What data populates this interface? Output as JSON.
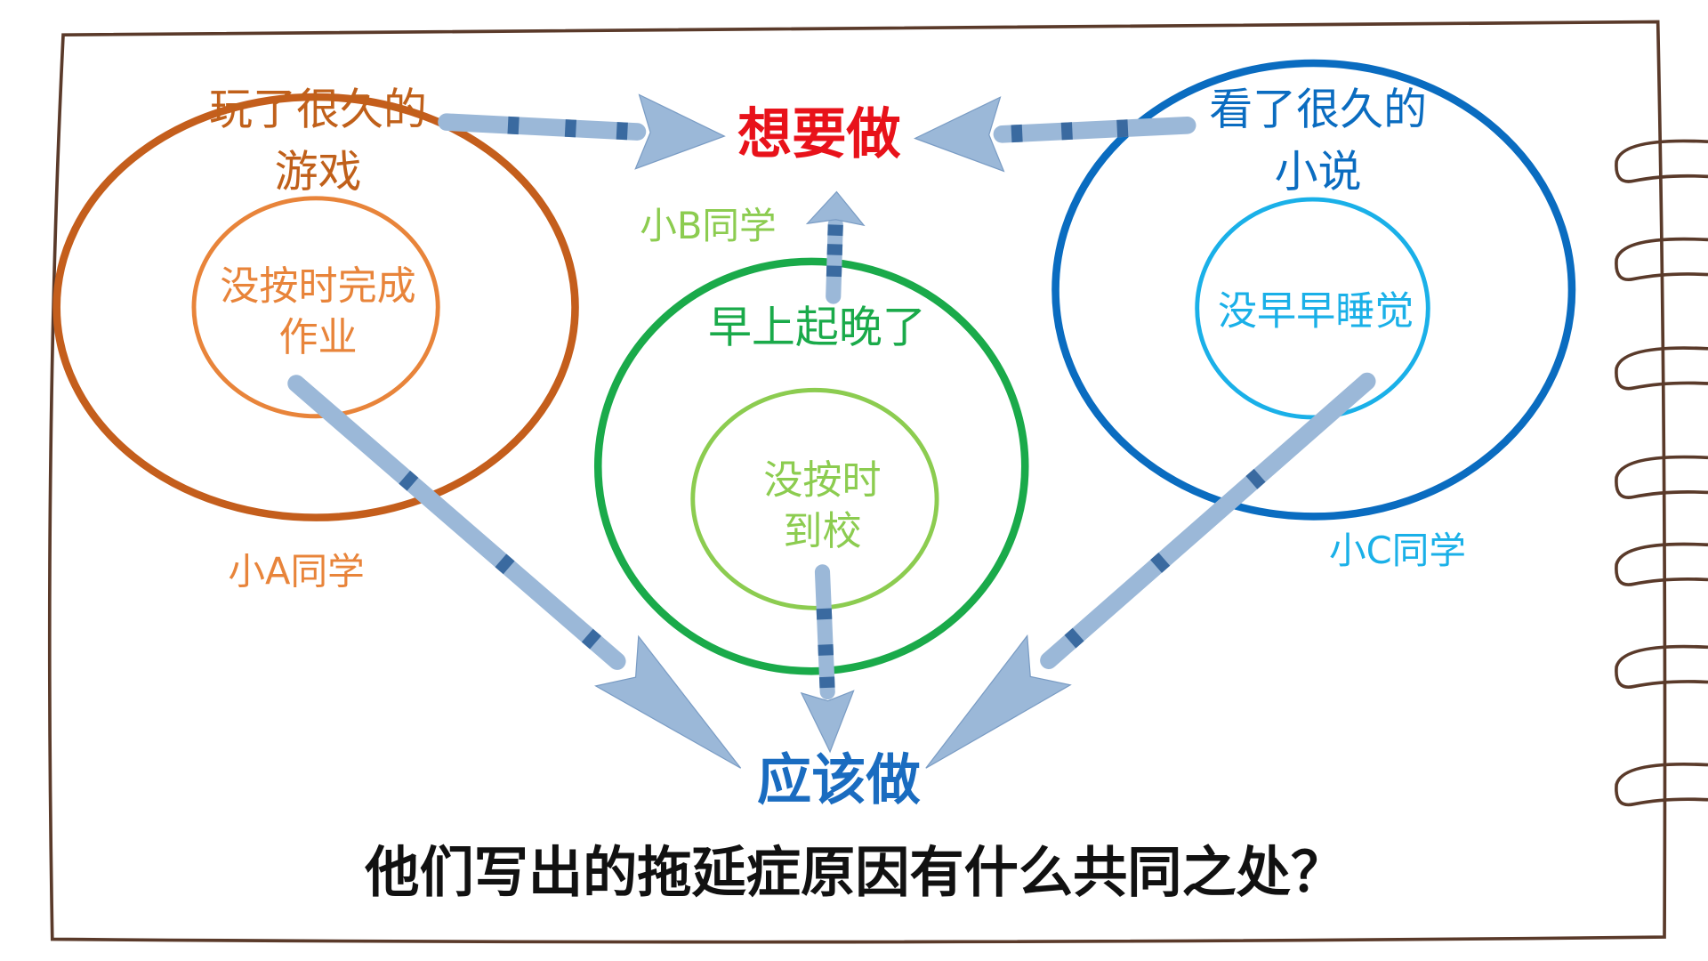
{
  "top_goal": "想要做",
  "bottom_goal": "应该做",
  "question": "他们写出的拖延症原因有什么共同之处？",
  "student_a": {
    "label": "小A同学",
    "cause": [
      "玩了很久的",
      "游戏"
    ],
    "result": [
      "没按时完成",
      "作业"
    ]
  },
  "student_b": {
    "label": "小B同学",
    "cause": [
      "早上起晚了"
    ],
    "result": [
      "没按时",
      "到校"
    ]
  },
  "student_c": {
    "label": "小C同学",
    "cause": [
      "看了很久的",
      "小说"
    ],
    "result": [
      "没早早睡觉"
    ]
  },
  "colors": {
    "a_outer": "#c45e1c",
    "a_inner": "#e8843a",
    "b_outer": "#1aaa4a",
    "b_inner": "#8ccc50",
    "c_outer": "#0a6cc0",
    "c_inner": "#1ab0e8",
    "top_goal": "#e8121a",
    "bottom_goal": "#1a6cc0",
    "arrow": "#9bb8d8",
    "arrow_band": "#3a6aa0",
    "border": "#5a3a2a"
  }
}
